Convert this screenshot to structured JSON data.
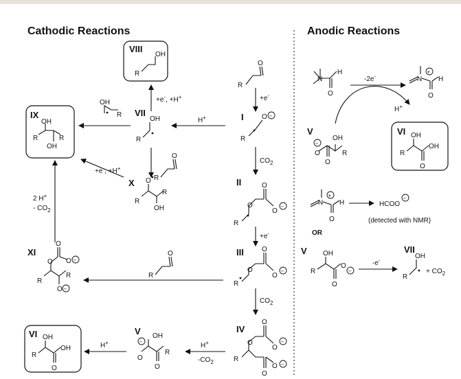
{
  "headings": {
    "cathodic": "Cathodic Reactions",
    "anodic": "Anodic Reactions"
  },
  "labels": {
    "I": "I",
    "II": "II",
    "III": "III",
    "IV": "IV",
    "V": "V",
    "VI": "VI",
    "VII": "VII",
    "VIII": "VIII",
    "IX": "IX",
    "X": "X",
    "XI": "XI"
  },
  "atoms": {
    "R": "R",
    "O": "O",
    "OH": "OH",
    "H": "H",
    "N": "N"
  },
  "conditions": {
    "e": "+e",
    "co2": "CO",
    "h": "H",
    "e_h_1": "+e",
    "e_h_2": ", +H",
    "two_h": "2 H",
    "minus_co2": "- CO",
    "h_minus_co2": "-CO",
    "minus_2e": "-2e",
    "minus_e": "-e",
    "plus_co2": "+ CO",
    "hcoo": "HCOO",
    "detected": "(detected with NMR)",
    "or": "OR"
  },
  "superscripts": {
    "minus": "-",
    "plus": "+",
    "two": "2",
    "minus_sign": "−",
    "plus_sign": "+"
  }
}
